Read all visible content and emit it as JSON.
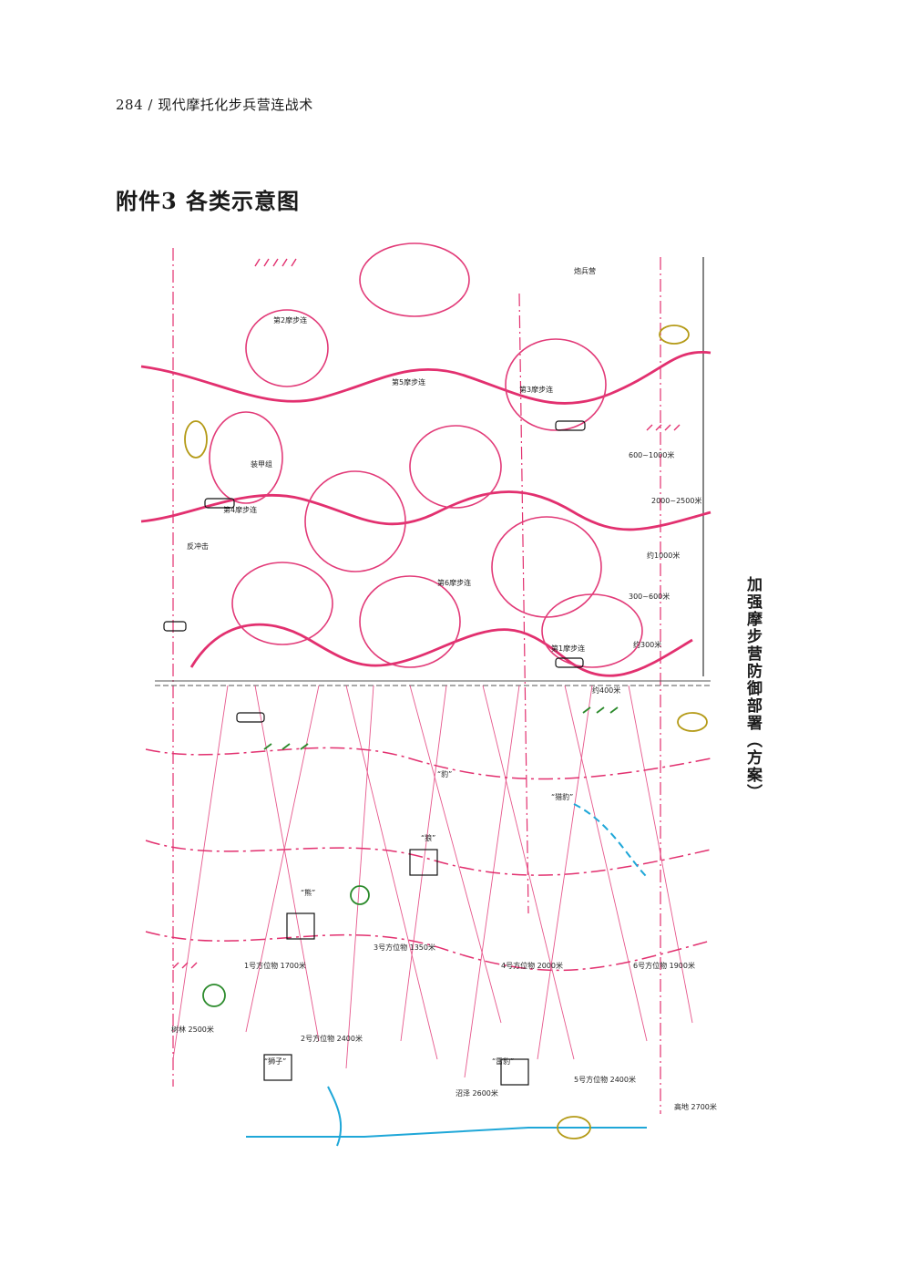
{
  "header": {
    "running_head": "284 / 现代摩托化步兵营连战术"
  },
  "appendix": {
    "title": "附件3  各类示意图"
  },
  "caption": {
    "side": "加强摩步营防御部署（方案）"
  },
  "map_labels": {
    "company_1": "第1摩步连",
    "company_2": "第2摩步连",
    "company_3": "第3摩步连",
    "company_4": "第4摩步连",
    "company_5": "第5摩步连",
    "company_6": "第6摩步连",
    "landmark_1": "1号方位物 1700米",
    "landmark_2": "2号方位物 2400米",
    "landmark_3": "3号方位物 1350米",
    "landmark_4": "4号方位物 2000米",
    "landmark_5": "5号方位物 2400米",
    "landmark_6": "6号方位物 1900米",
    "name_1": "“狮子”",
    "name_2": "“雷豹”",
    "name_3": "“狼”",
    "name_4": "“熊”",
    "name_5": "“豹”",
    "name_6": "“猎豹”",
    "armored_group": "装甲组",
    "counterattack": "反冲击",
    "distance_1": "600~1000米",
    "distance_2": "2000~2500米",
    "distance_3": "300~600米",
    "distance_4": "约1000米",
    "distance_5": "约300米",
    "distance_6": "约400米",
    "woods": "树林 2500米",
    "height": "高地 2700米",
    "swamp": "沼泽 2600米",
    "artillery": "炮兵营"
  },
  "colors": {
    "primary": "#e2306f",
    "positions": "#e23a78",
    "fire_lines": "#e23a78",
    "blue_line": "#1fa7d8",
    "green_marks": "#2b8a2b",
    "yellow_terrain": "#b49a16"
  }
}
